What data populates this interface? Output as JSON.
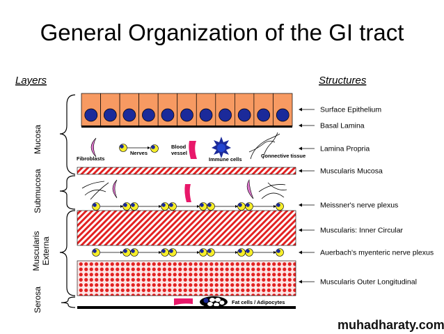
{
  "title": "General Organization of the GI tract",
  "headers": {
    "layers": "Layers",
    "structures": "Structures"
  },
  "layers": {
    "mucosa": "Mucosa",
    "submucosa": "Submucosa",
    "muscularis_1": "Muscularis",
    "muscularis_2": "Externa",
    "serosa": "Serosa"
  },
  "structures": [
    "Surface Epithelium",
    "Basal Lamina",
    "Lamina Propria",
    "Muscularis Mucosa",
    "Meissner's nerve plexus",
    "Muscularis: Inner Circular",
    "Auerbach's myenteric nerve plexus",
    "Muscularis Outer Longitudinal"
  ],
  "inline_labels": {
    "fibroblasts": "Fibroblasts",
    "nerves": "Nerves",
    "blood_1": "Blood",
    "blood_2": "vessel",
    "immune": "Immune cells",
    "connective": "Connective tissue",
    "fat": "Fat cells / Adipocytes"
  },
  "watermark": "muhadharaty.com",
  "colors": {
    "epithelium": "#f79a62",
    "nucleus": "#1b2a9a",
    "muscle": "#e32222",
    "nerve": "#f6ee2a",
    "vessel": "#e8186a",
    "fibroblast": "#dd77cc"
  }
}
